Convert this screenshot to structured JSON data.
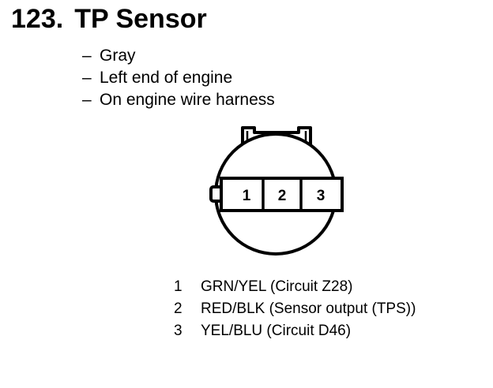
{
  "header": {
    "number": "123.",
    "title": "TP Sensor"
  },
  "notes": [
    {
      "dash": "–",
      "text": "Gray"
    },
    {
      "dash": "–",
      "text": "Left end of engine"
    },
    {
      "dash": "–",
      "text": "On engine wire harness"
    }
  ],
  "connector": {
    "terminals": [
      "1",
      "2",
      "3"
    ]
  },
  "pins": [
    {
      "num": "1",
      "desc": "GRN/YEL (Circuit Z28)"
    },
    {
      "num": "2",
      "desc": "RED/BLK (Sensor output (TPS))"
    },
    {
      "num": "3",
      "desc": "YEL/BLU (Circuit D46)"
    }
  ]
}
